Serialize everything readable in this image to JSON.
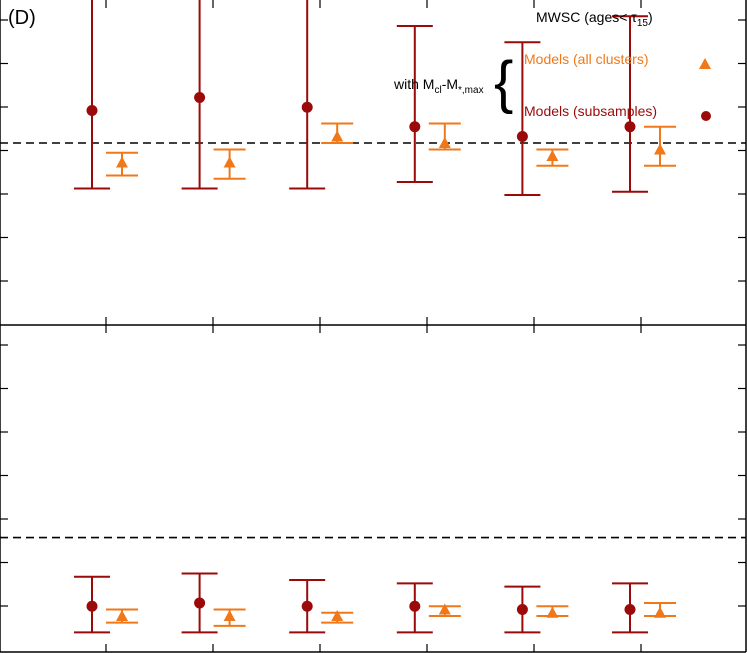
{
  "chart_data": {
    "panel_label": "(D)",
    "legend": {
      "title": "MWSC (ages< τ",
      "title_sub": "15",
      "title_close": ")",
      "bracket_text_main": "with M",
      "bracket_sub1": "cl",
      "bracket_dash": "-M",
      "bracket_sub2": "*,max",
      "bracket_symbol": "{",
      "entries": [
        {
          "label": "Models (all clusters)",
          "marker": "triangle",
          "color": "#f07818"
        },
        {
          "label": "Models (subsamples)",
          "marker": "circle",
          "color": "#9a0a0a"
        }
      ]
    },
    "colors": {
      "subsamples": "#9a0a0a",
      "all_clusters": "#f07818",
      "axis": "#000000"
    },
    "panels": [
      {
        "type": "scatter",
        "ylim": [
          0,
          100
        ],
        "reference_line": 56,
        "series": [
          {
            "name": "Models (subsamples)",
            "marker": "circle",
            "x": [
              1,
              2,
              3,
              4,
              5,
              6
            ],
            "y": [
              66,
              70,
              67,
              61,
              58,
              61
            ],
            "err_low": [
              42,
              42,
              42,
              44,
              40,
              41
            ],
            "err_high": [
              101,
              104,
              102,
              92,
              87,
              95
            ]
          },
          {
            "name": "Models (all clusters)",
            "marker": "triangle",
            "x": [
              1,
              2,
              3,
              4,
              5,
              6
            ],
            "y": [
              50,
              50,
              58,
              56,
              52,
              54
            ],
            "err_low": [
              46,
              45,
              56,
              54,
              49,
              49
            ],
            "err_high": [
              53,
              54,
              62,
              62,
              54,
              61
            ]
          }
        ]
      },
      {
        "type": "scatter",
        "ylim": [
          0,
          100
        ],
        "reference_line": 35,
        "series": [
          {
            "name": "Models (subsamples)",
            "marker": "circle",
            "x": [
              1,
              2,
              3,
              4,
              5,
              6
            ],
            "y": [
              14,
              15,
              14,
              14,
              13,
              13
            ],
            "err_low": [
              6,
              6,
              6,
              6,
              6,
              6
            ],
            "err_high": [
              23,
              24,
              22,
              21,
              20,
              21
            ]
          },
          {
            "name": "Models (all clusters)",
            "marker": "triangle",
            "x": [
              1,
              2,
              3,
              4,
              5,
              6
            ],
            "y": [
              11,
              11,
              11,
              13,
              12,
              12
            ],
            "err_low": [
              9,
              8,
              9,
              11,
              11,
              11
            ],
            "err_high": [
              13,
              13,
              12,
              14,
              14,
              15
            ]
          }
        ]
      }
    ]
  }
}
